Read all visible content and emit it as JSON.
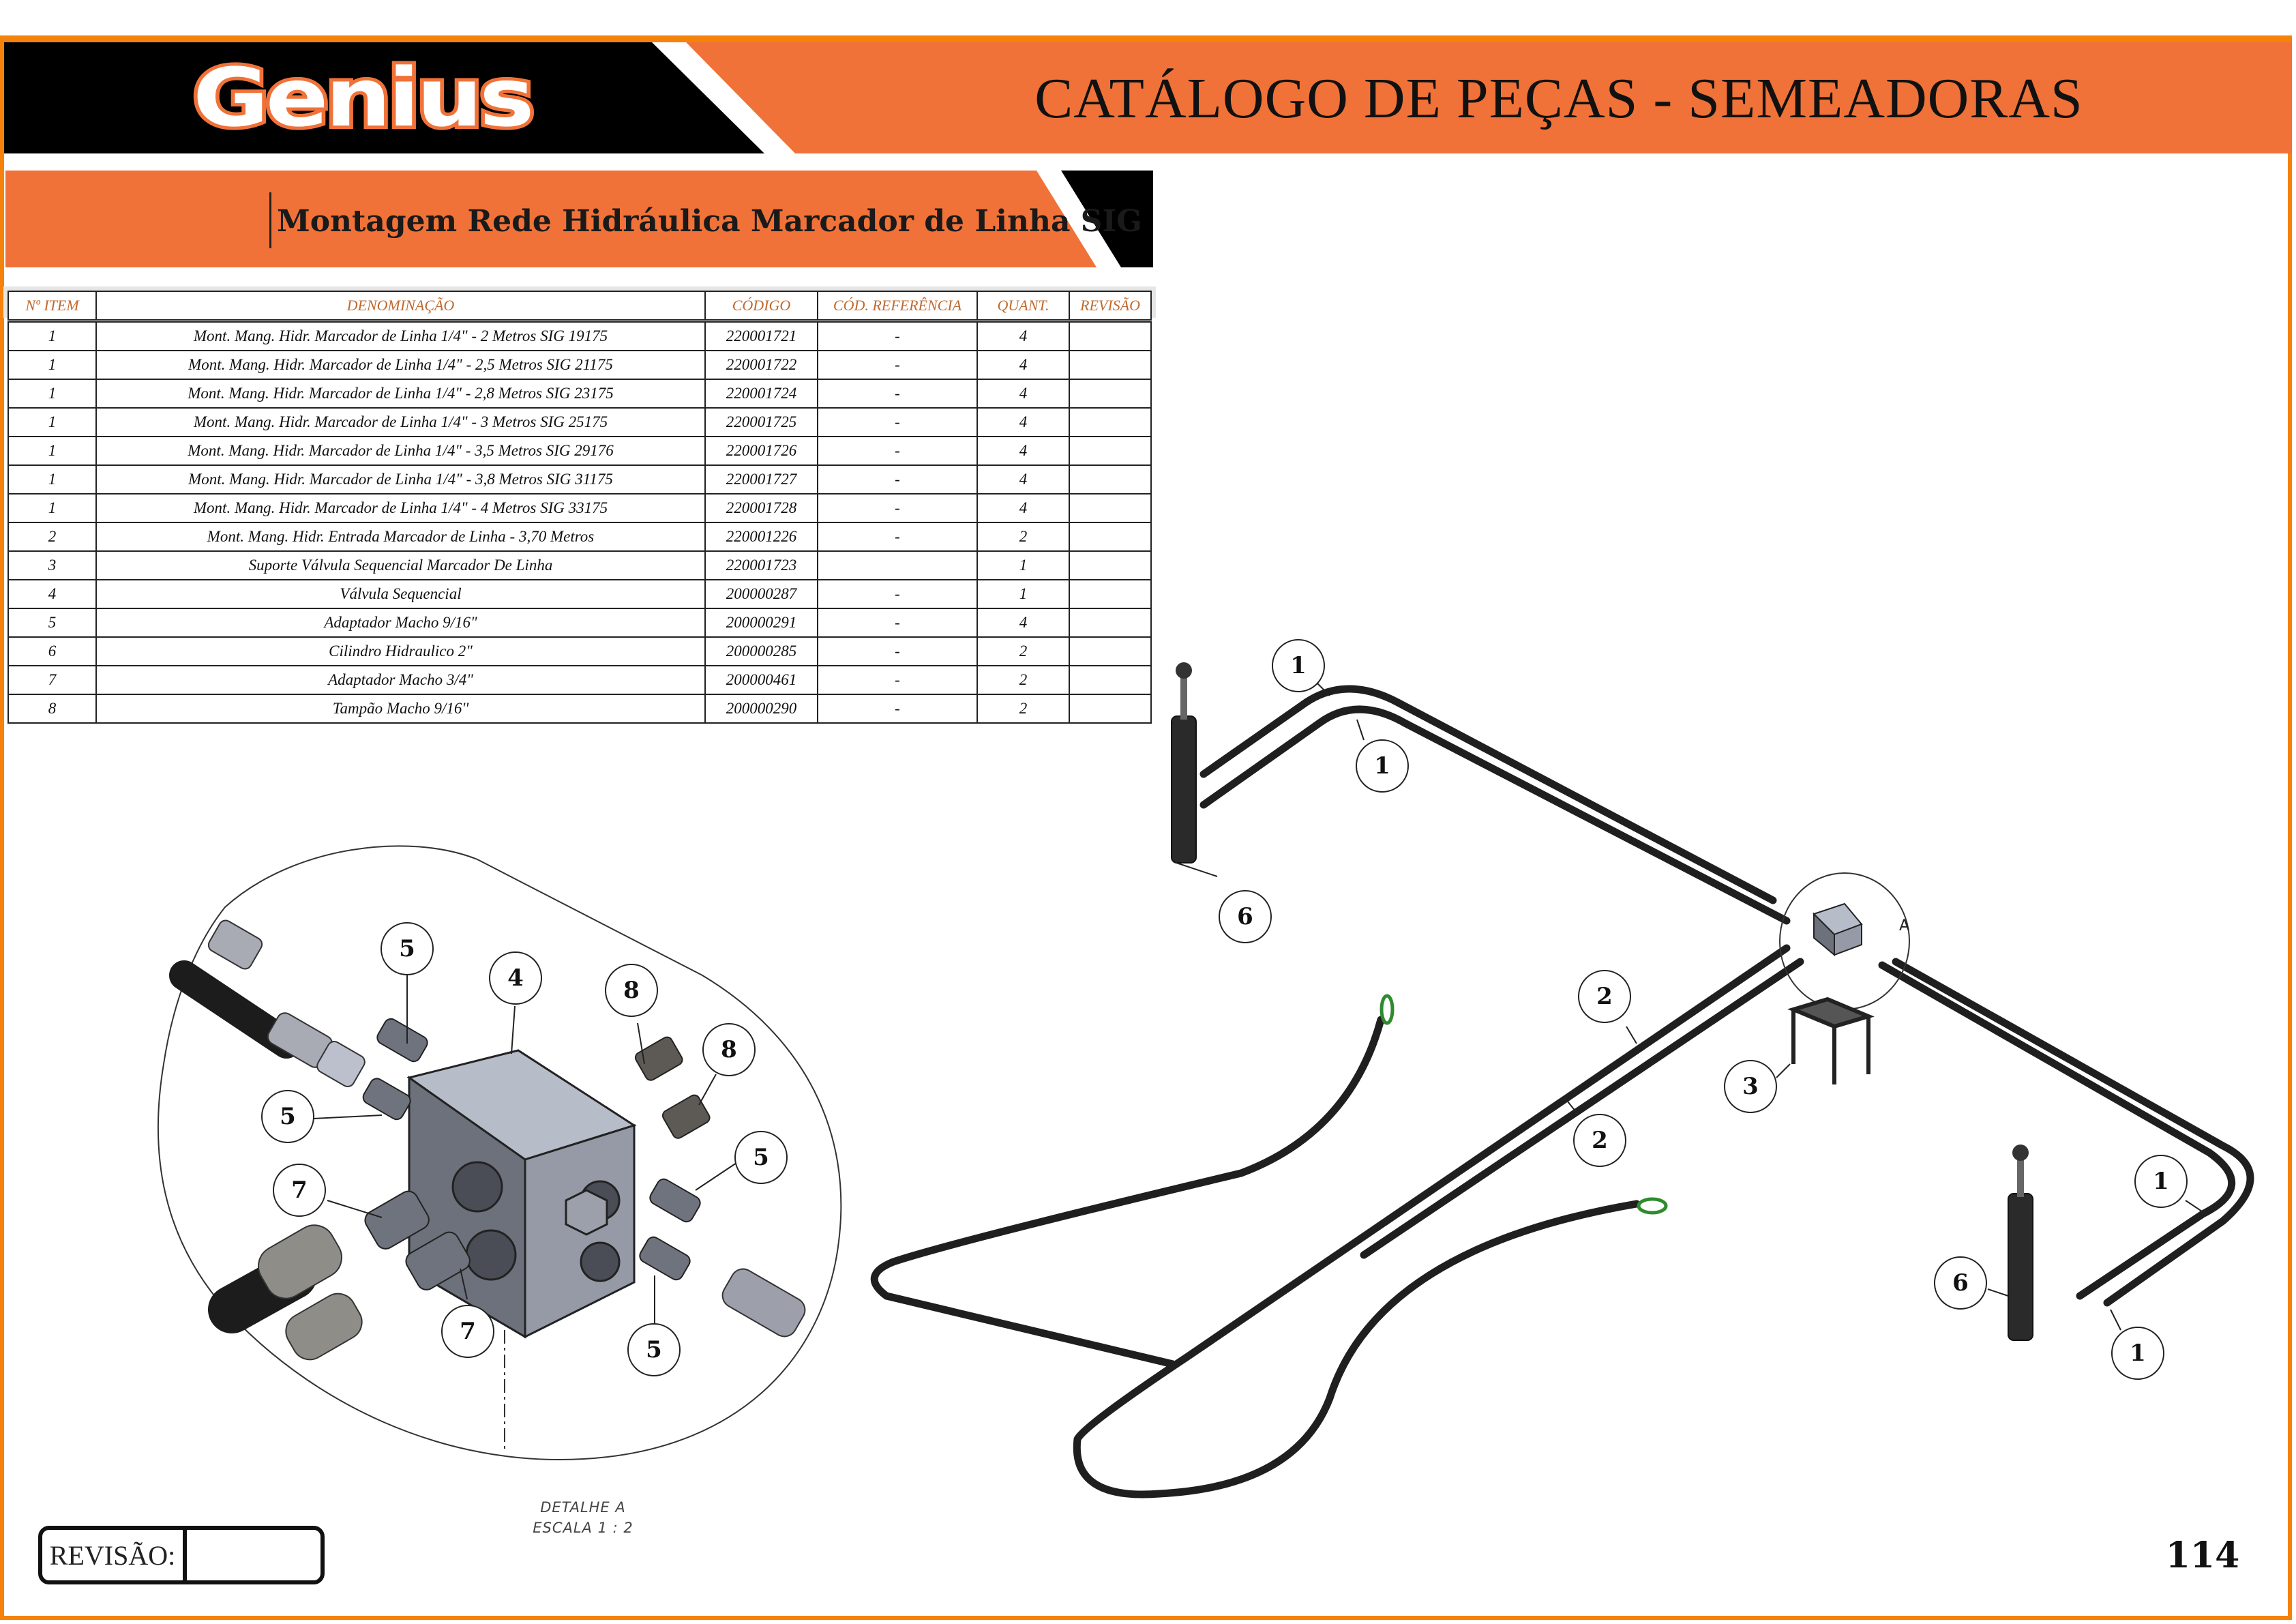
{
  "header": {
    "brand": "Genius",
    "title": "CATÁLOGO DE PEÇAS - SEMEADORAS"
  },
  "section": {
    "title": "Montagem Rede Hidráulica Marcador de Linha SIG"
  },
  "table": {
    "columns": [
      "Nº ITEM",
      "DENOMINAÇÃO",
      "CÓDIGO",
      "CÓD. REFERÊNCIA",
      "QUANT.",
      "REVISÃO"
    ],
    "rows": [
      {
        "item": "1",
        "name": "Mont. Mang. Hidr. Marcador de Linha 1/4\" - 2 Metros SIG 19175",
        "code": "220001721",
        "ref": "-",
        "qty": "4",
        "rev": ""
      },
      {
        "item": "1",
        "name": "Mont. Mang. Hidr. Marcador de Linha 1/4\" - 2,5 Metros SIG 21175",
        "code": "220001722",
        "ref": "-",
        "qty": "4",
        "rev": ""
      },
      {
        "item": "1",
        "name": "Mont. Mang. Hidr. Marcador de Linha 1/4\" - 2,8 Metros SIG 23175",
        "code": "220001724",
        "ref": "-",
        "qty": "4",
        "rev": ""
      },
      {
        "item": "1",
        "name": "Mont. Mang. Hidr. Marcador de Linha 1/4\" - 3 Metros SIG 25175",
        "code": "220001725",
        "ref": "-",
        "qty": "4",
        "rev": ""
      },
      {
        "item": "1",
        "name": "Mont. Mang. Hidr. Marcador de Linha 1/4\" - 3,5 Metros SIG 29176",
        "code": "220001726",
        "ref": "-",
        "qty": "4",
        "rev": ""
      },
      {
        "item": "1",
        "name": "Mont. Mang. Hidr. Marcador de Linha 1/4\" - 3,8 Metros SIG 31175",
        "code": "220001727",
        "ref": "-",
        "qty": "4",
        "rev": ""
      },
      {
        "item": "1",
        "name": "Mont. Mang. Hidr. Marcador de Linha 1/4\" - 4 Metros SIG 33175",
        "code": "220001728",
        "ref": "-",
        "qty": "4",
        "rev": ""
      },
      {
        "item": "2",
        "name": "Mont. Mang. Hidr. Entrada Marcador de Linha - 3,70 Metros",
        "code": "220001226",
        "ref": "-",
        "qty": "2",
        "rev": ""
      },
      {
        "item": "3",
        "name": "Suporte Válvula Sequencial Marcador De Linha",
        "code": "220001723",
        "ref": "",
        "qty": "1",
        "rev": ""
      },
      {
        "item": "4",
        "name": "Válvula Sequencial",
        "code": "200000287",
        "ref": "-",
        "qty": "1",
        "rev": ""
      },
      {
        "item": "5",
        "name": "Adaptador Macho 9/16\"",
        "code": "200000291",
        "ref": "-",
        "qty": "4",
        "rev": ""
      },
      {
        "item": "6",
        "name": "Cilindro Hidraulico 2\"",
        "code": "200000285",
        "ref": "-",
        "qty": "2",
        "rev": ""
      },
      {
        "item": "7",
        "name": "Adaptador Macho 3/4\"",
        "code": "200000461",
        "ref": "-",
        "qty": "2",
        "rev": ""
      },
      {
        "item": "8",
        "name": "Tampão Macho 9/16''",
        "code": "200000290",
        "ref": "-",
        "qty": "2",
        "rev": ""
      }
    ]
  },
  "detail": {
    "label_line1": "DETALHE A",
    "label_line2": "ESCALA 1 : 2",
    "view_tag": "A",
    "callouts": [
      "5",
      "4",
      "8",
      "8",
      "5",
      "5",
      "7",
      "7",
      "5"
    ]
  },
  "main_drawing": {
    "callouts": [
      "1",
      "1",
      "6",
      "2",
      "2",
      "3",
      "1",
      "6",
      "1"
    ]
  },
  "footer": {
    "revision_label": "REVISÃO:",
    "revision_value": "",
    "page_number": "114"
  },
  "colors": {
    "brand_orange": "#f07238",
    "frame_orange": "#f5820b",
    "header_text_orange": "#c0692e"
  }
}
